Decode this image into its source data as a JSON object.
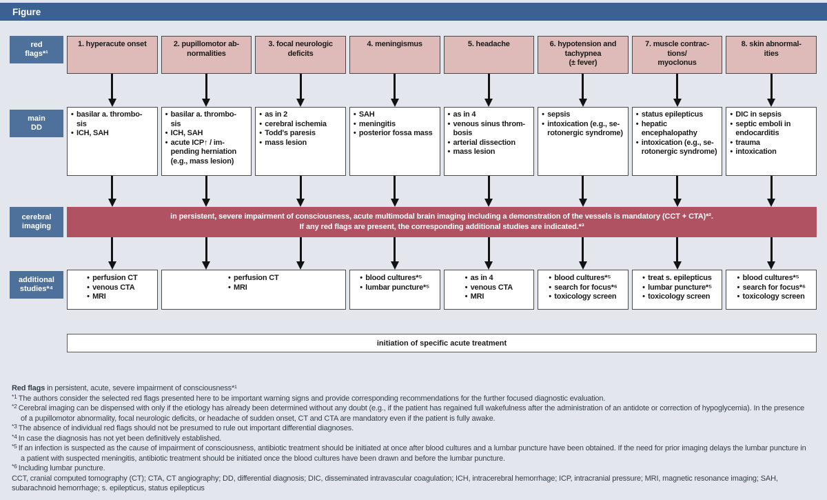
{
  "title_bar": {
    "title": "Figure"
  },
  "icons": {
    "bullet": "•"
  },
  "colors": {
    "titlebar_blue": "#3A6191",
    "label_blue": "#4E719B",
    "flag_pink": "#DEBAB8",
    "imaging_red": "#B15262",
    "background": "#E4E6ED"
  },
  "labels": {
    "red_flags": "red\nflags*¹",
    "main_dd": "main\nDD",
    "cerebral_imaging": "cerebral\nimaging",
    "additional_studies": "additional\nstudies*⁴"
  },
  "red_flags": {
    "items": [
      "1. hyperacute onset",
      "2. pupillomotor ab-\nnormalities",
      "3. focal neurologic\ndeficits",
      "4. meningismus",
      "5. headache",
      "6. hypotension and\ntachypnea\n(± fever)",
      "7. muscle contrac-\ntions/\nmyoclonus",
      "8. skin abnormal-\nities"
    ]
  },
  "main_dd": {
    "boxes": [
      {
        "items": [
          "basilar a. thrombo-\nsis",
          "ICH, SAH"
        ]
      },
      {
        "items": [
          "basilar a. thrombo-\nsis",
          "ICH, SAH",
          "acute ICP↑ / im-\npending herniation\n(e.g., mass lesion)"
        ]
      },
      {
        "items": [
          "as in 2",
          "cerebral ischemia",
          "Todd's paresis",
          "mass lesion"
        ]
      },
      {
        "items": [
          "SAH",
          "meningitis",
          "posterior fossa mass"
        ]
      },
      {
        "items": [
          "as in 4",
          "venous sinus throm-\nbosis",
          "arterial dissection",
          "mass lesion"
        ]
      },
      {
        "items": [
          "sepsis",
          "intoxication (e.g., se-\nrotonergic syndrome)"
        ]
      },
      {
        "items": [
          "status epilepticus",
          "hepatic\nencephalopathy",
          "intoxication (e.g., se-\nrotonergic syndrome)"
        ]
      },
      {
        "items": [
          "DIC in sepsis",
          "septic emboli in\nendocarditis",
          "trauma",
          "intoxication"
        ]
      }
    ]
  },
  "cerebral_imaging": {
    "text": "in persistent, severe impairment of consciousness, acute multimodal brain imaging including a demonstration of the vessels is mandatory (CCT + CTA)*².\nIf any red flags are present, the corresponding additional studies are indicated.*³"
  },
  "additional_studies": {
    "boxes": [
      {
        "columns": "1",
        "items": [
          "perfusion CT",
          "venous CTA",
          "MRI"
        ]
      },
      {
        "columns": "2-3",
        "items": [
          "perfusion CT",
          "MRI"
        ]
      },
      {
        "columns": "4",
        "items": [
          "blood cultures*⁵",
          "lumbar puncture*⁵"
        ]
      },
      {
        "columns": "5",
        "items": [
          "as in 4",
          "venous CTA",
          "MRI"
        ]
      },
      {
        "columns": "6",
        "items": [
          "blood cultures*⁵",
          "search for focus*⁶",
          "toxicology screen"
        ]
      },
      {
        "columns": "7",
        "items": [
          "treat s. epilepticus",
          "lumbar puncture*⁵",
          "toxicology screen"
        ]
      },
      {
        "columns": "8",
        "items": [
          "blood cultures*⁵",
          "search for focus*⁶",
          "toxicology screen"
        ]
      }
    ]
  },
  "treatment": {
    "text": "initiation of specific acute treatment"
  },
  "footnotes": {
    "heading_bold": "Red flags",
    "heading_rest": " in persistent, acute, severe impairment of consciousness*¹",
    "notes": [
      {
        "marker": "*1",
        "text": "The authors consider the selected red flags presented here to be important warning signs and provide corresponding recommendations for the further focused diagnostic evaluation."
      },
      {
        "marker": "*2",
        "text": "Cerebral imaging can be dispensed with only if the etiology has already been determined without any doubt (e.g., if the patient has regained full wakefulness after the administration of an antidote or correction of hypoglycemia). In the presence of a pupillomotor abnormality, focal neurologic deficits, or headache of sudden onset, CT and CTA are mandatory even if the patient is fully awake."
      },
      {
        "marker": "*3",
        "text": "The absence of individual red flags should not be presumed to rule out important differential diagnoses."
      },
      {
        "marker": "*4",
        "text": "In case the diagnosis has not yet been definitively established."
      },
      {
        "marker": "*5",
        "text": "If an infection is suspected as the cause of impairment of consciousness, antibiotic treatment should be initiated at once after blood cultures and a lumbar puncture have been obtained. If the need for prior imaging delays the lumbar puncture in a patient with suspected meningitis, antibiotic treatment should be initiated once the blood cultures have been drawn and before the lumbar puncture."
      },
      {
        "marker": "*6",
        "text": "Including lumbar puncture."
      }
    ],
    "abbreviations": "CCT, cranial computed tomography (CT); CTA, CT angiography; DD, differential diagnosis; DIC, disseminated intravascular coagulation; ICH, intracerebral hemorrhage; ICP, intracranial pressure; MRI, magnetic resonance imaging; SAH, subarachnoid hemorrhage; s. epilepticus, status epilepticus"
  }
}
